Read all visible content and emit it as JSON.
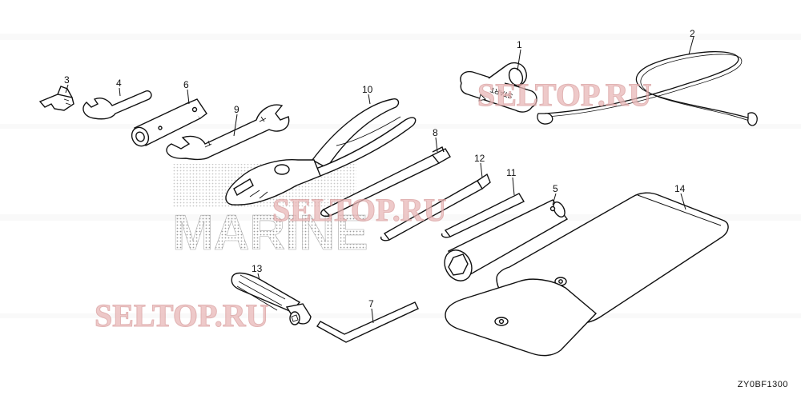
{
  "diagram": {
    "code": "ZY0BF1300",
    "callouts": [
      "1",
      "2",
      "3",
      "4",
      "5",
      "6",
      "7",
      "8",
      "9",
      "10",
      "11",
      "12",
      "13",
      "14"
    ],
    "watermarks": [
      "SELTOP.RU",
      "SELTOP.RU",
      "SELTOP.RU"
    ],
    "background_marks": [
      "MARINE"
    ],
    "t_handle_text": "START"
  },
  "colors": {
    "line": "#111111",
    "watermark": "#e3a9a9"
  }
}
